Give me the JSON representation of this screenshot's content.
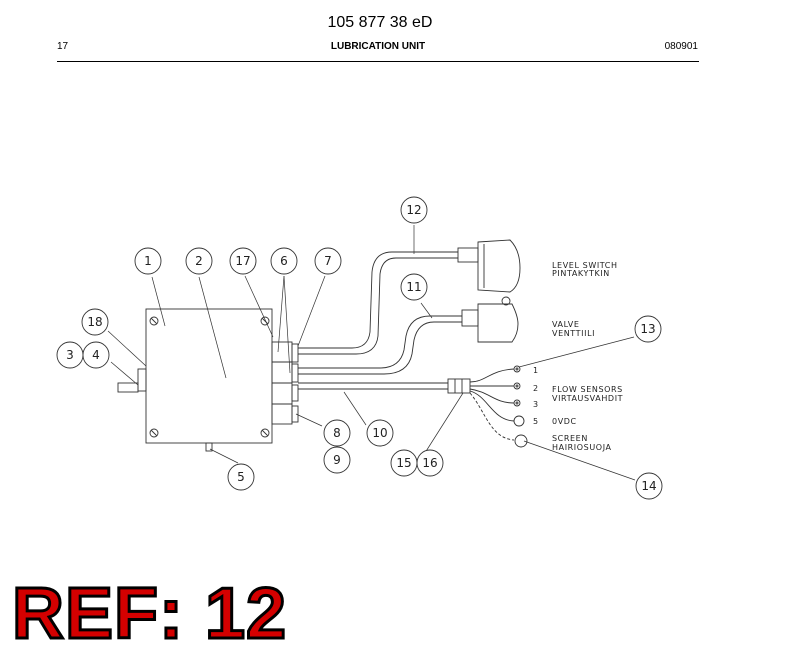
{
  "header": {
    "doc_number": "105 877 38 eD",
    "page_number": "17",
    "title": "LUBRICATION UNIT",
    "date": "080901"
  },
  "callouts": [
    "1",
    "2",
    "17",
    "6",
    "7",
    "12",
    "11",
    "18",
    "3",
    "4",
    "13",
    "5",
    "8",
    "9",
    "10",
    "15",
    "16",
    "14"
  ],
  "connections": {
    "level_switch": [
      "LEVEL SWITCH",
      "PINTAKYTKIN"
    ],
    "valve": [
      "VALVE",
      "VENTTIILI"
    ],
    "flow_sensors": [
      "FLOW SENSORS",
      "VIRTAUSVAHDIT"
    ],
    "screen": [
      "SCREEN",
      "HAIRIOSUOJA"
    ],
    "terminals": [
      "1",
      "2",
      "3",
      "5"
    ],
    "terminal_5_label": "0VDC"
  },
  "ref_badge": "REF: 12"
}
